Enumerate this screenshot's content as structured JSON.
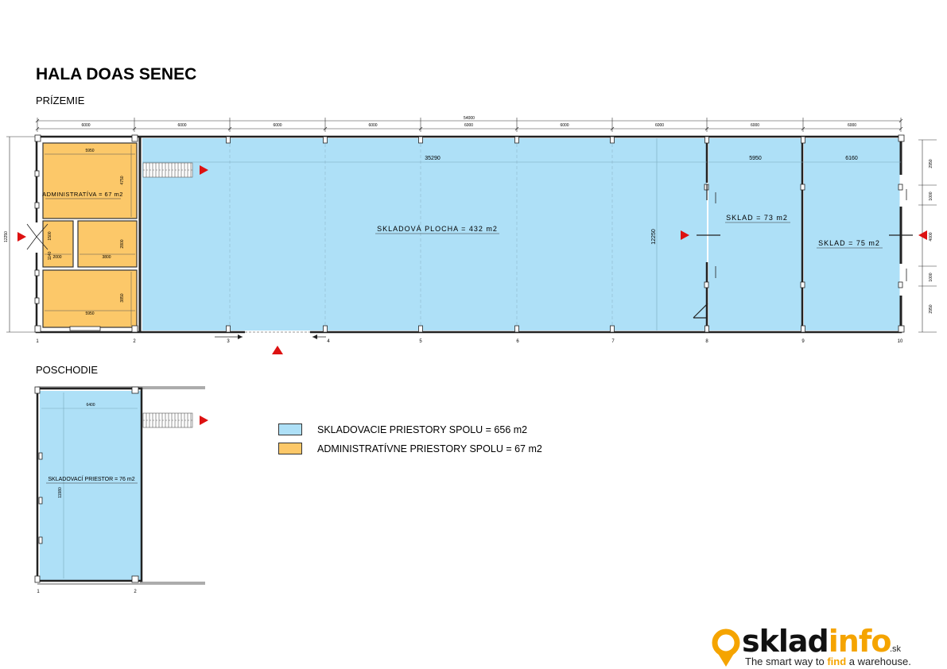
{
  "title": "HALA DOAS SENEC",
  "floors": {
    "ground": "PRÍZEMIE",
    "upper": "POSCHODIE"
  },
  "rooms": {
    "admin": "ADMINISTRATÍVA = 67 m2",
    "storage_main": "SKLADOVÁ PLOCHA = 432 m2",
    "sklad_1": "SKLAD = 73 m2",
    "sklad_2": "SKLAD = 75 m2",
    "upper_storage": "SKLADOVACÍ PRIESTOR = 76 m2"
  },
  "dimensions": {
    "total": "54000",
    "bays": [
      "6000",
      "6000",
      "6000",
      "6000",
      "6000",
      "6000",
      "6000",
      "6000",
      "6000"
    ],
    "main_width": "35290",
    "sklad1_width": "5950",
    "sklad2_width": "6160",
    "height_left": "12250",
    "height_mid": "12250",
    "right_stack": [
      "2950",
      "1000",
      "4000",
      "1000",
      "2950"
    ],
    "admin_top_w": "5950",
    "admin_top_h": "4750",
    "admin_mid_small_h": "1500",
    "admin_mid_h": "2800",
    "admin_mid_w": "3800",
    "admin_left_w": "2000",
    "admin_left_h": "1140",
    "admin_bot_w": "5950",
    "admin_bot_h": "3850",
    "upper_w": "6400",
    "upper_h": "11980"
  },
  "axes": {
    "ground": [
      "1",
      "2",
      "3",
      "4",
      "5",
      "6",
      "7",
      "8",
      "9",
      "10"
    ],
    "upper": [
      "1",
      "2"
    ]
  },
  "legend": [
    {
      "label": "SKLADOVACIE PRIESTORY SPOLU = 656 m2",
      "color": "#aee0f7"
    },
    {
      "label": "ADMINISTRATÍVNE PRIESTORY SPOLU = 67 m2",
      "color": "#fcc869"
    }
  ],
  "colors": {
    "storage": "#aee0f7",
    "admin": "#fcc869",
    "entrance_marker": "#dd1111",
    "brand": "#f5a400"
  },
  "logo": {
    "word_a": "sklad",
    "word_b": "info",
    "suffix": ".sk",
    "tag_pre": "The smart way to ",
    "tag_hl": "find",
    "tag_post": " a warehouse."
  }
}
